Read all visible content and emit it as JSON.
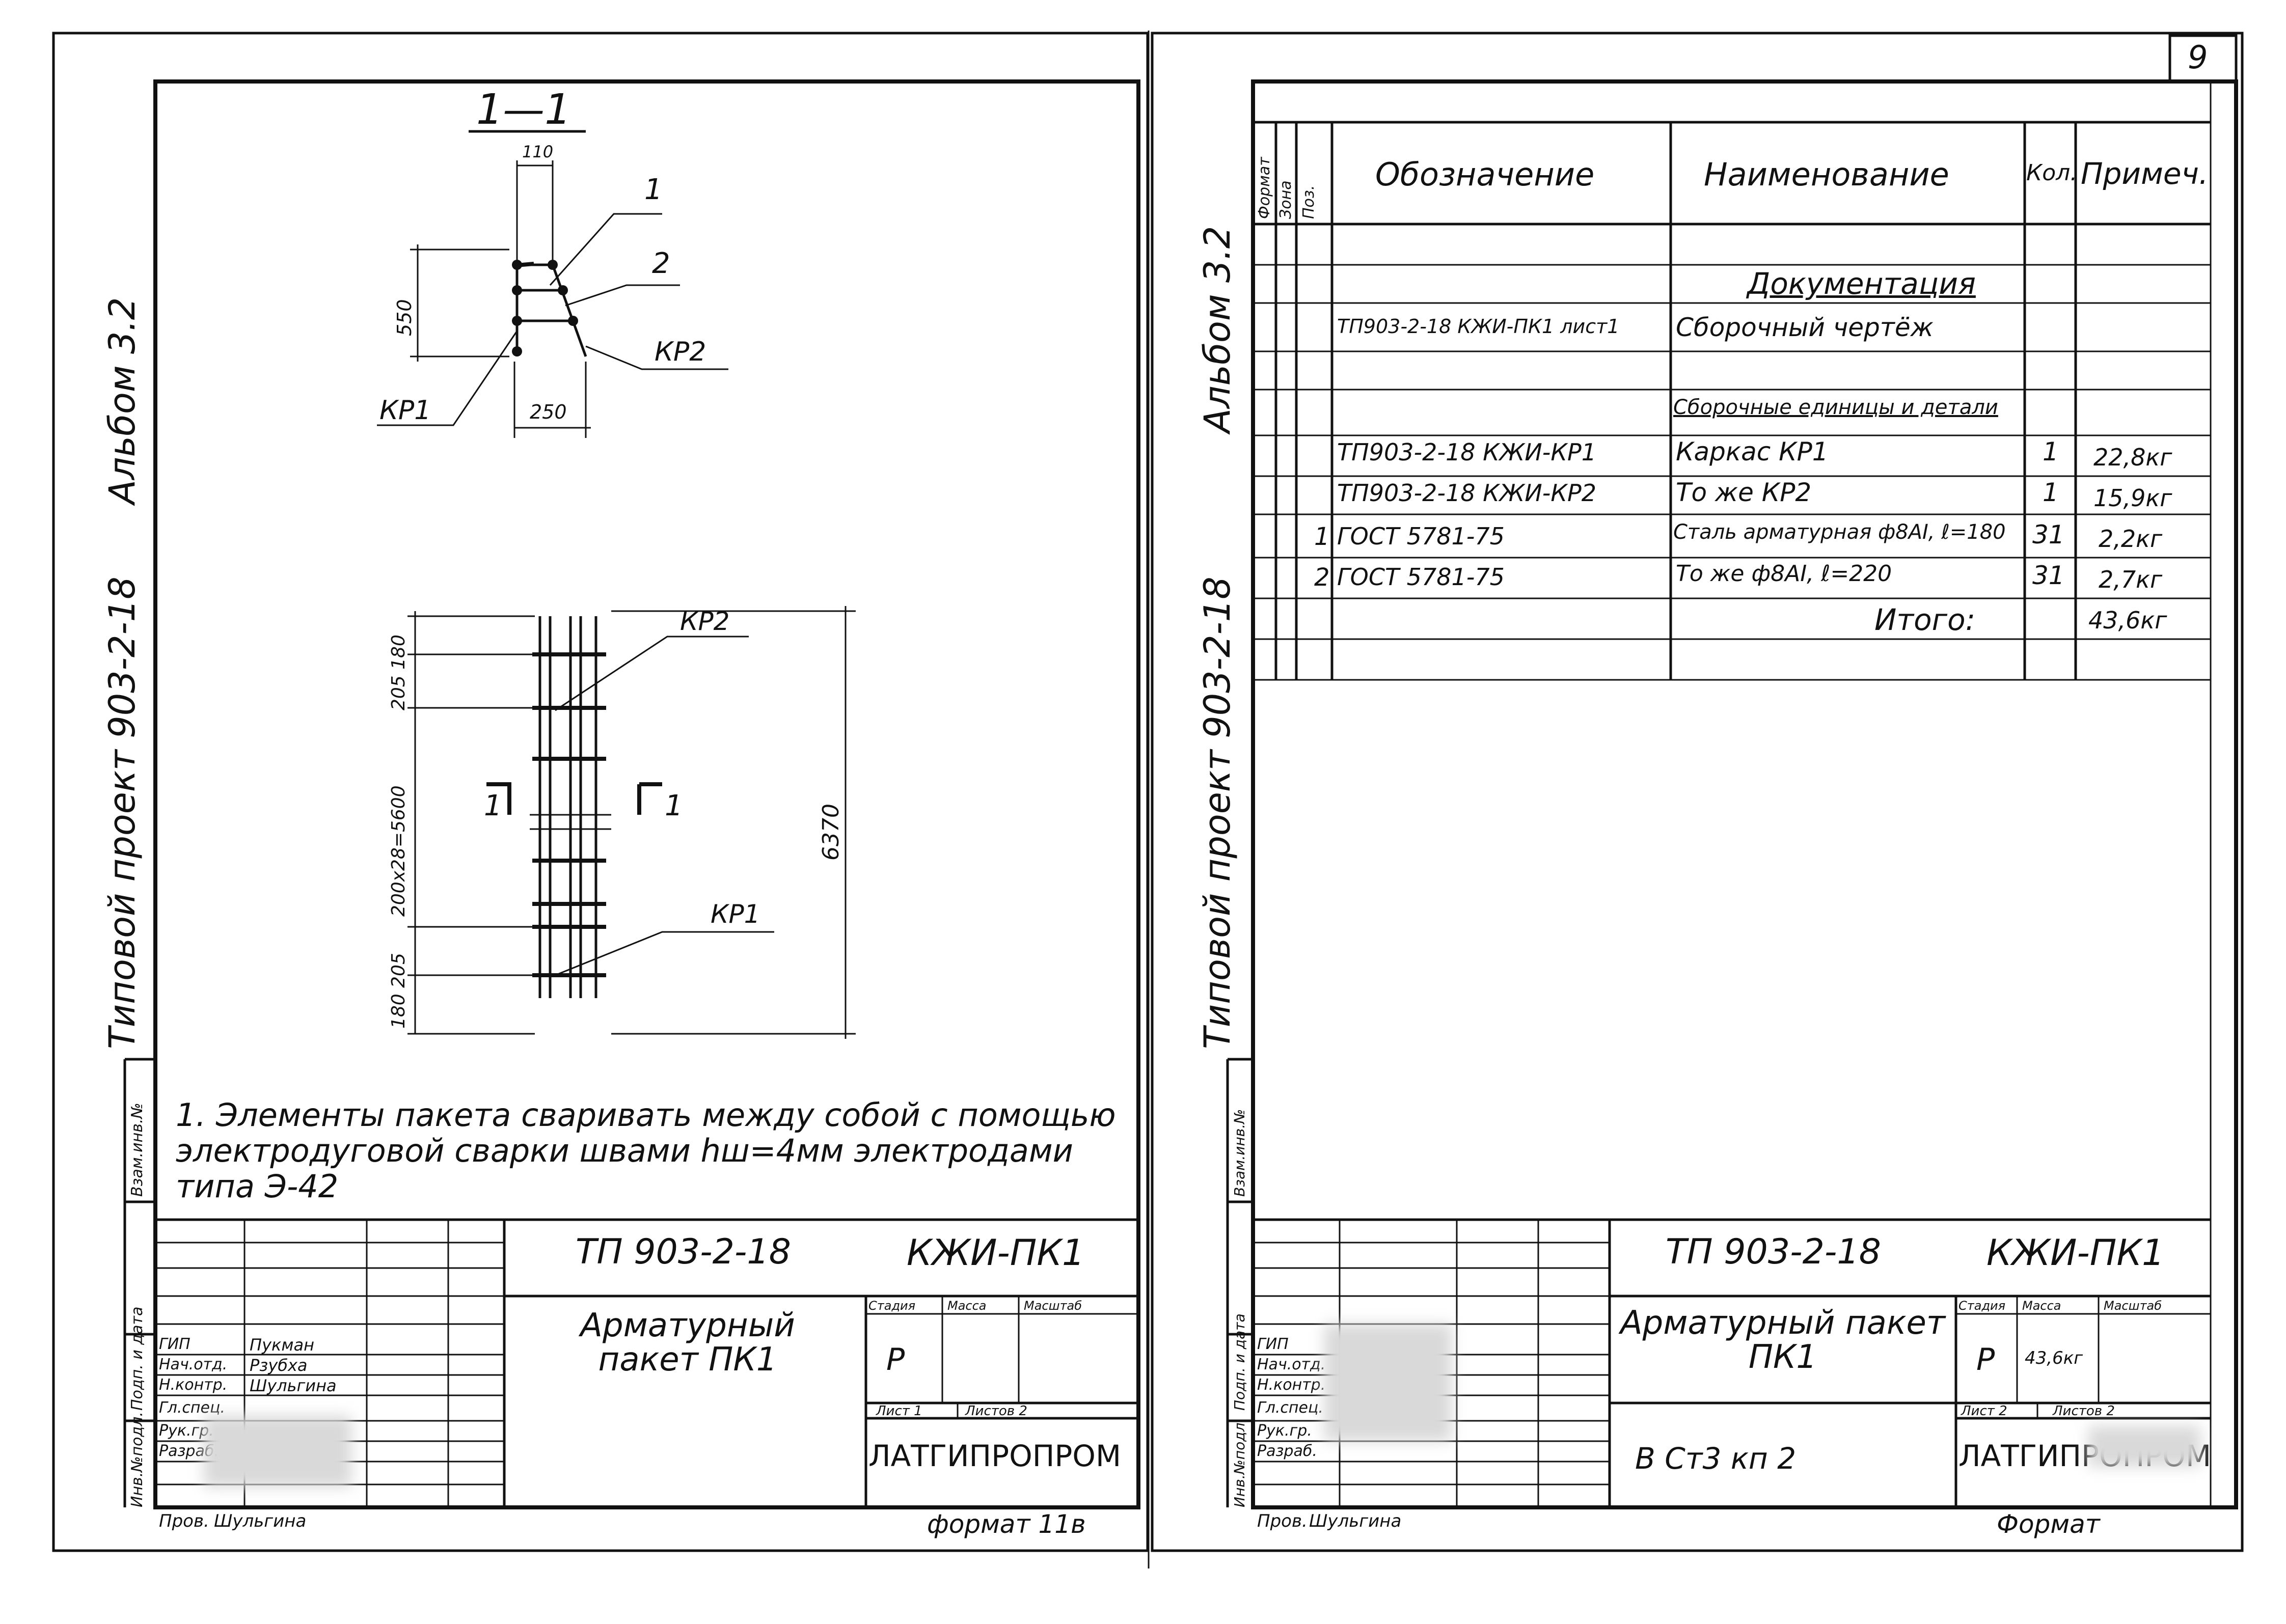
{
  "page_number": "9",
  "left_sheet": {
    "side_labels": {
      "album": "Альбом 3.2",
      "project": "Типовой проект 903-2-18"
    },
    "margin_column": [
      "Инв.№подл.",
      "Подп. и дата",
      "Взам.инв.№"
    ],
    "section": {
      "title": "1—1",
      "dims": {
        "top_width": "110",
        "height": "550",
        "bottom_width": "250"
      },
      "callouts": {
        "pos1": "1",
        "pos2": "2",
        "kr2": "КР2",
        "kr1": "КР1"
      }
    },
    "elevation": {
      "dims": {
        "top": "205 180",
        "middle": "200х28=5600",
        "bottom": "180 205",
        "overall": "6370"
      },
      "callouts": {
        "kr2": "КР2",
        "kr1": "КР1"
      },
      "section_marks": {
        "left": "1",
        "right": "1"
      }
    },
    "note": "1. Элементы пакета сваривать между собой с помощью электродуговой сварки швами hш=4мм электродами типа Э-42",
    "stamp": {
      "code": "ТП 903-2-18",
      "mark": "КЖИ-ПК1",
      "title": "Арматурный пакет ПК1",
      "col_heads": [
        "Стадия",
        "Масса",
        "Масштаб"
      ],
      "stage": "Р",
      "sheet": "Лист 1",
      "sheets": "Листов 2",
      "org": "ЛАТГИПРОПРОМ",
      "format": "формат 11в",
      "roles": [
        "ГИП",
        "Нач.отд.",
        "Н.контр.",
        "Гл.спец.",
        "Рук.гр.",
        "Разраб.",
        "Пров."
      ],
      "names": [
        "Пукман",
        "Рзубха",
        "Шульгина",
        "",
        "",
        "Шульгина"
      ]
    }
  },
  "right_sheet": {
    "side_labels": {
      "album": "Альбом 3.2",
      "project": "Типовой проект 903-2-18"
    },
    "margin_column": [
      "Инв.№подл.",
      "Подп. и дата",
      "Взам.инв.№"
    ],
    "spec": {
      "headers": [
        "Формат",
        "Зона",
        "Поз.",
        "Обозначение",
        "Наименование",
        "Кол.",
        "Примеч."
      ],
      "rows": [
        {
          "pos": "",
          "designation": "",
          "name": "Документация",
          "qty": "",
          "note": ""
        },
        {
          "pos": "",
          "designation": "ТП903-2-18 КЖИ-ПК1 лист1",
          "name": "Сборочный чертёж",
          "qty": "",
          "note": ""
        },
        {
          "pos": "",
          "designation": "",
          "name": "Сборочные единицы и детали",
          "qty": "",
          "note": ""
        },
        {
          "pos": "",
          "designation": "ТП903-2-18 КЖИ-КР1",
          "name": "Каркас КР1",
          "qty": "1",
          "note": "22,8кг"
        },
        {
          "pos": "",
          "designation": "ТП903-2-18 КЖИ-КР2",
          "name": "То же КР2",
          "qty": "1",
          "note": "15,9кг"
        },
        {
          "pos": "1",
          "designation": "ГОСТ 5781-75",
          "name": "Сталь арматурная ф8АI, ℓ=180",
          "qty": "31",
          "note": "2,2кг"
        },
        {
          "pos": "2",
          "designation": "ГОСТ 5781-75",
          "name": "То же ф8АI, ℓ=220",
          "qty": "31",
          "note": "2,7кг"
        },
        {
          "pos": "",
          "designation": "",
          "name": "Итого:",
          "qty": "",
          "note": "43,6кг"
        }
      ]
    },
    "stamp": {
      "code": "ТП 903-2-18",
      "mark": "КЖИ-ПК1",
      "title": "Арматурный пакет ПК1",
      "material": "В Ст3 кп 2",
      "col_heads": [
        "Стадия",
        "Масса",
        "Масштаб"
      ],
      "stage": "Р",
      "mass": "43,6кг",
      "sheet": "Лист 2",
      "sheets": "Листов 2",
      "org": "ЛАТГИПРОПРОМ",
      "format": "Формат",
      "roles": [
        "ГИП",
        "Нач.отд.",
        "Н.контр.",
        "Гл.спец.",
        "Рук.гр.",
        "Разраб.",
        "Пров."
      ],
      "names": [
        "Шульгина"
      ]
    }
  }
}
